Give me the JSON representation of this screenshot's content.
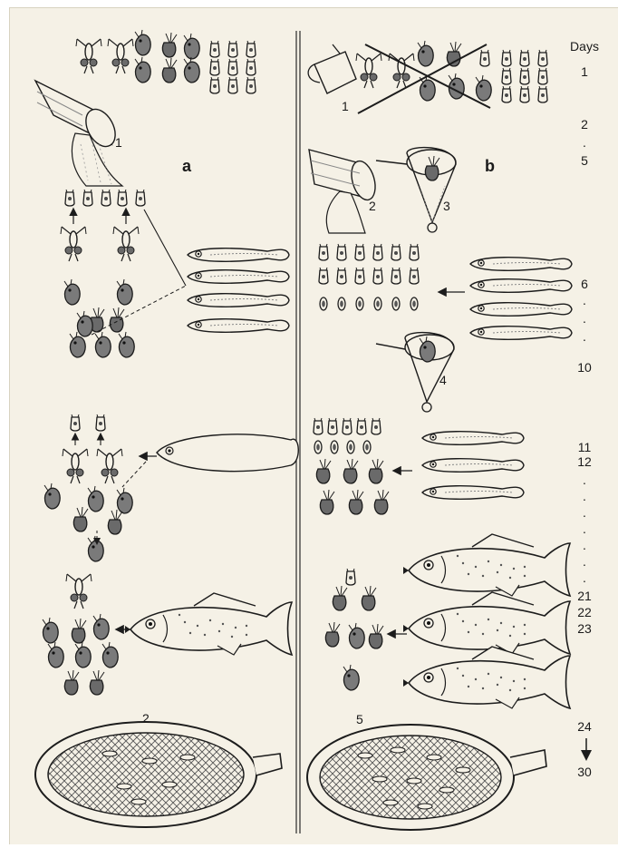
{
  "panel_labels": {
    "a": "a",
    "b": "b"
  },
  "step_labels": [
    "1",
    "2",
    "1",
    "2",
    "3",
    "4",
    "5"
  ],
  "days": {
    "header": "Days",
    "marks": [
      "1",
      "2",
      ".",
      "5",
      "6",
      ".",
      ".",
      ".",
      "10",
      "11",
      "12",
      ".",
      ".",
      ".",
      ".",
      ".",
      ".",
      ".",
      "21",
      "22",
      "23",
      "24",
      "30"
    ]
  },
  "colors": {
    "ink": "#1c1c1c",
    "paper": "#f5f1e6",
    "shade": "#5a5a5a"
  }
}
